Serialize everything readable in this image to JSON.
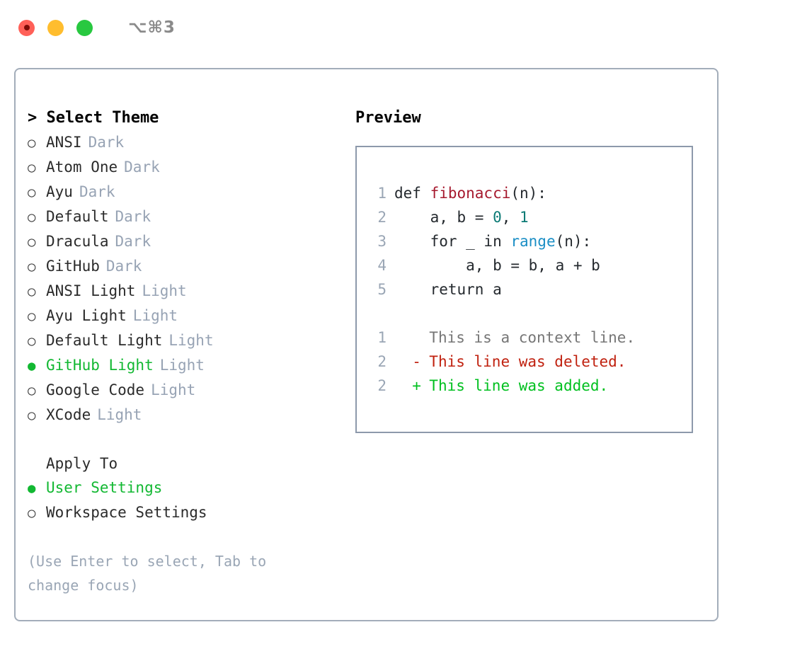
{
  "titlebar": {
    "shortcut": "⌥⌘3",
    "lights": [
      {
        "name": "close-button",
        "color": "#ff6058"
      },
      {
        "name": "minimize-button",
        "color": "#ffbd2e"
      },
      {
        "name": "maximize-button",
        "color": "#28c840"
      }
    ]
  },
  "colors": {
    "panel_border": "#a3adba",
    "preview_border": "#8d99ab",
    "muted": "#97a3b4",
    "selected_green": "#12b832",
    "diff_add": "#00c01f",
    "diff_del": "#c0210f",
    "token_function": "#a6192e",
    "token_number": "#0b7a75",
    "token_call": "#1a8ec5"
  },
  "theme_selector": {
    "header": "> Select Theme",
    "options": [
      {
        "marker": "○",
        "label": "ANSI",
        "variant": "Dark",
        "selected": false
      },
      {
        "marker": "○",
        "label": "Atom One",
        "variant": "Dark",
        "selected": false
      },
      {
        "marker": "○",
        "label": "Ayu",
        "variant": "Dark",
        "selected": false
      },
      {
        "marker": "○",
        "label": "Default",
        "variant": "Dark",
        "selected": false
      },
      {
        "marker": "○",
        "label": "Dracula",
        "variant": "Dark",
        "selected": false
      },
      {
        "marker": "○",
        "label": "GitHub",
        "variant": "Dark",
        "selected": false
      },
      {
        "marker": "○",
        "label": "ANSI Light",
        "variant": "Light",
        "selected": false
      },
      {
        "marker": "○",
        "label": "Ayu Light",
        "variant": "Light",
        "selected": false
      },
      {
        "marker": "○",
        "label": "Default Light",
        "variant": "Light",
        "selected": false
      },
      {
        "marker": "●",
        "label": "GitHub Light",
        "variant": "Light",
        "selected": true
      },
      {
        "marker": "○",
        "label": "Google Code",
        "variant": "Light",
        "selected": false
      },
      {
        "marker": "○",
        "label": "XCode",
        "variant": "Light",
        "selected": false
      }
    ]
  },
  "apply_to": {
    "header": "Apply To",
    "options": [
      {
        "marker": "●",
        "label": "User Settings",
        "selected": true
      },
      {
        "marker": "○",
        "label": "Workspace Settings",
        "selected": false
      }
    ]
  },
  "hint": "(Use Enter to select, Tab to change focus)",
  "preview": {
    "title": "Preview",
    "code_lines": [
      {
        "num": "1",
        "indent": "",
        "tokens": [
          {
            "text": "def ",
            "type": "plain"
          },
          {
            "text": "fibonacci",
            "type": "fn"
          },
          {
            "text": "(n):",
            "type": "plain"
          }
        ]
      },
      {
        "num": "2",
        "indent": "    ",
        "tokens": [
          {
            "text": "a, b = ",
            "type": "plain"
          },
          {
            "text": "0",
            "type": "num"
          },
          {
            "text": ", ",
            "type": "plain"
          },
          {
            "text": "1",
            "type": "num"
          }
        ]
      },
      {
        "num": "3",
        "indent": "    ",
        "tokens": [
          {
            "text": "for _ in ",
            "type": "plain"
          },
          {
            "text": "range",
            "type": "call"
          },
          {
            "text": "(n):",
            "type": "plain"
          }
        ]
      },
      {
        "num": "4",
        "indent": "        ",
        "tokens": [
          {
            "text": "a, b = b, a + b",
            "type": "plain"
          }
        ]
      },
      {
        "num": "5",
        "indent": "    ",
        "tokens": [
          {
            "text": "return a",
            "type": "plain"
          }
        ]
      }
    ],
    "diff_lines": [
      {
        "num": "1",
        "sign": " ",
        "text": "This is a context line.",
        "kind": "ctx"
      },
      {
        "num": "2",
        "sign": "-",
        "text": "This line was deleted.",
        "kind": "del"
      },
      {
        "num": "2",
        "sign": "+",
        "text": "This line was added.",
        "kind": "add"
      }
    ]
  }
}
